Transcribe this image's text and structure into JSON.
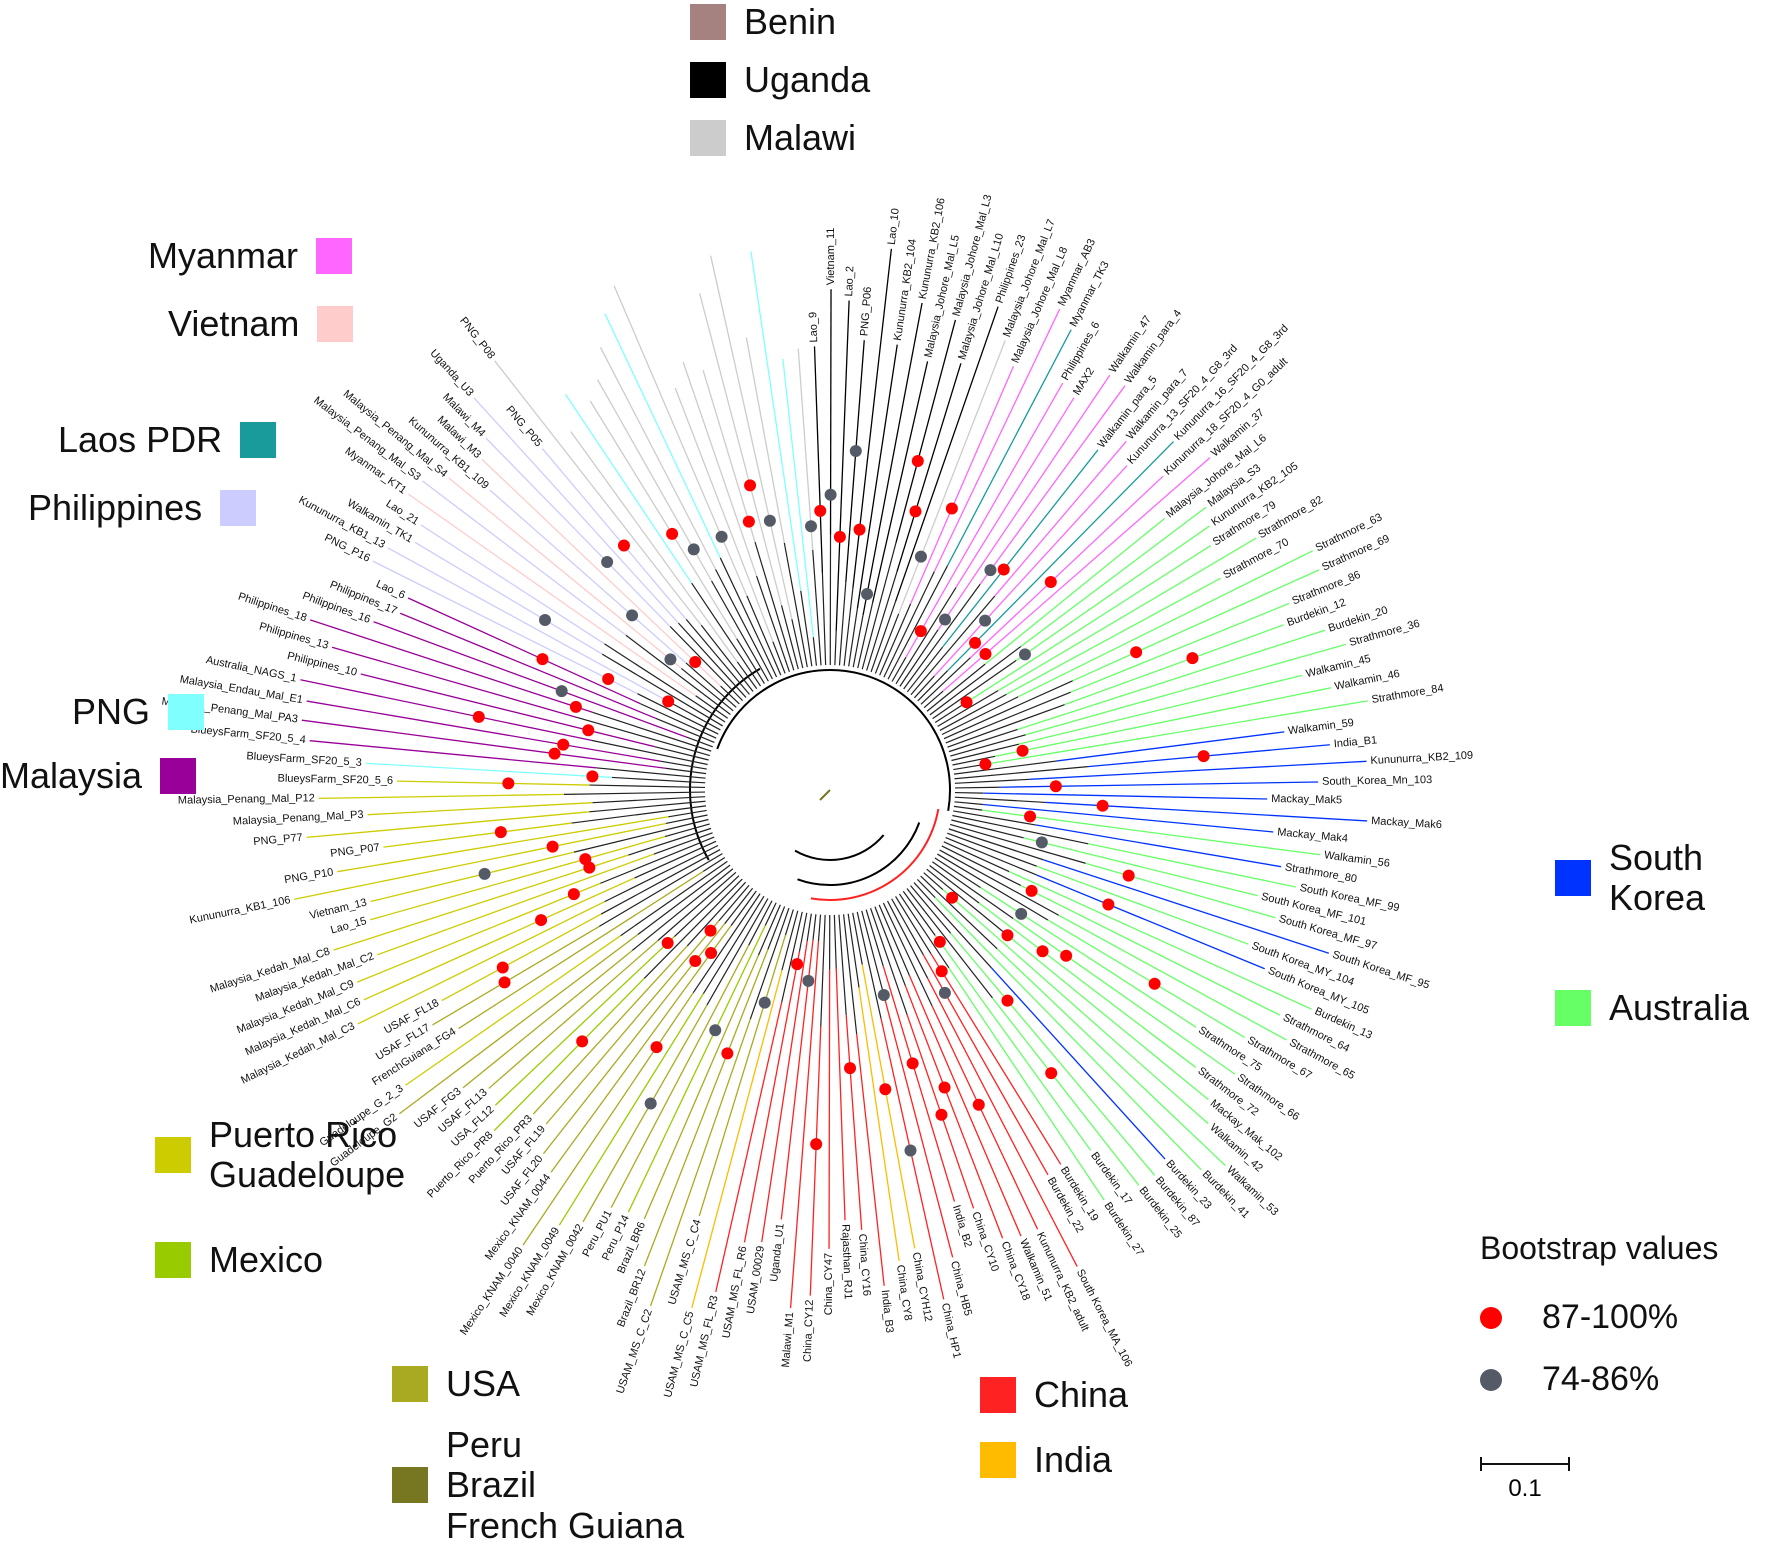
{
  "legend": [
    {
      "id": "benin",
      "label": "Benin",
      "color": "#a5817f"
    },
    {
      "id": "uganda",
      "label": "Uganda",
      "color": "#000000"
    },
    {
      "id": "malawi",
      "label": "Malawi",
      "color": "#cccccc"
    },
    {
      "id": "myanmar",
      "label": "Myanmar",
      "color": "#ff66ff"
    },
    {
      "id": "vietnam",
      "label": "Vietnam",
      "color": "#ffcccc"
    },
    {
      "id": "laos",
      "label": "Laos PDR",
      "color": "#1a9b9b"
    },
    {
      "id": "philippines",
      "label": "Philippines",
      "color": "#ccccff"
    },
    {
      "id": "png",
      "label": "PNG",
      "color": "#80ffff"
    },
    {
      "id": "malaysia",
      "label": "Malaysia",
      "color": "#990099"
    },
    {
      "id": "south_korea",
      "label": "South\nKorea",
      "color": "#0033ff"
    },
    {
      "id": "australia",
      "label": "Australia",
      "color": "#66ff66"
    },
    {
      "id": "puerto_rico",
      "label": "Puerto Rico\nGuadeloupe",
      "color": "#cccc00"
    },
    {
      "id": "mexico",
      "label": "Mexico",
      "color": "#99cc00"
    },
    {
      "id": "usa",
      "label": "USA",
      "color": "#aaaa22"
    },
    {
      "id": "peru",
      "label": "Peru\nBrazil\nFrench Guiana",
      "color": "#777722"
    },
    {
      "id": "china",
      "label": "China",
      "color": "#ff2222"
    },
    {
      "id": "india",
      "label": "India",
      "color": "#ffbb00"
    }
  ],
  "bootstrap": {
    "title": "Bootstrap values",
    "high": {
      "label": "87-100%",
      "color": "#ff0000"
    },
    "mid": {
      "label": "74-86%",
      "color": "#555b66"
    }
  },
  "scale": {
    "label": "0.1"
  },
  "tip_labels": [
    "Lao_9",
    "Vietnam_11",
    "Lao_2",
    "PNG_P06",
    "Lao_10",
    "Kununurra_KB2_104",
    "Kununurra_KB2_106",
    "Malaysia_Johore_Mal_L5",
    "Malaysia_Johore_Mal_L3",
    "Malaysia_Johore_Mal_L10",
    "Philippines_23",
    "Malaysia_Johore_Mal_L7",
    "Malaysia_Johore_Mal_L8",
    "Myanmar_AB3",
    "Myanmar_TK3",
    "Philippines_6",
    "MAX2",
    "Walkamin_47",
    "Walkamin_para_4",
    "Walkamin_para_5",
    "Walkamin_para_7",
    "Kununurra_13_SF20_4_G8_3rd",
    "Kununurra_16_SF20_4_G8_3rd",
    "Kununurra_18_SF20_4_G0_adult",
    "Walkamin_37",
    "Malaysia_Johore_Mal_L6",
    "Malaysia_S3",
    "Kununurra_KB2_105",
    "Strathmore_79",
    "Strathmore_82",
    "Strathmore_70",
    "Strathmore_63",
    "Strathmore_69",
    "Strathmore_86",
    "Burdekin_12",
    "Burdekin_20",
    "Strathmore_36",
    "Walkamin_45",
    "Walkamin_46",
    "Strathmore_84",
    "Walkamin_59",
    "India_B1",
    "Kununurra_KB2_109",
    "South_Korea_Mn_103",
    "Mackay_Mak5",
    "Mackay_Mak6",
    "Mackay_Mak4",
    "Walkamin_56",
    "Strathmore_80",
    "South Korea_MF_99",
    "South Korea_MF_101",
    "South Korea_MF_97",
    "South Korea_MF_95",
    "South Korea_MY_104",
    "South Korea_MY_105",
    "Burdekin_13",
    "Strathmore_64",
    "Strathmore_65",
    "Strathmore_67",
    "Strathmore_75",
    "Strathmore_66",
    "Strathmore_72",
    "Mackay_Mak_102",
    "Walkamin_42",
    "Walkamin_53",
    "Burdekin_41",
    "Burdekin_23",
    "Burdekin_87",
    "Burdekin_25",
    "Burdekin_17",
    "Burdekin_27",
    "Burdekin_19",
    "Burdekin_22",
    "South Korea_MA_106",
    "Kununurra_KB2_adult",
    "Walkamin_51",
    "China_CY18",
    "China_CY10",
    "India_B2",
    "China_HB5",
    "China_HP1",
    "China_CYH12",
    "China_CY8",
    "India_B3",
    "China_CY16",
    "Rajasthan_RJ1",
    "China_CY47",
    "China_CY12",
    "Malawi_M1",
    "Uganda_U1",
    "USAM_00029",
    "USAM_MS_FL_R6",
    "USAM_MS_FL_R3",
    "USAM_MS_C_C5",
    "USAM_MS_C_C4",
    "USAM_MS_C_C2",
    "Brazil_BR12",
    "Brazil_BR6",
    "Peru_P14",
    "Peru_PU1",
    "Mexico_KNAM_0042",
    "Mexico_KNAM_0049",
    "Mexico_KNAM_0040",
    "Mexico_KNAM_0044",
    "USAF_FL20",
    "USAF_FL19",
    "Puerto_Rico_PR3",
    "Puerto_Rico_PR8",
    "USA_FL12",
    "USAF_FL13",
    "USAF_FG3",
    "Guadeloupe_G2",
    "Guadeloupe_G_2_3",
    "FrenchGuiana_FG4",
    "USAF_FL17",
    "USAF_FL18",
    "Malaysia_Kedah_Mal_C3",
    "Malaysia_Kedah_Mal_C6",
    "Malaysia_Kedah_Mal_C9",
    "Malaysia_Kedah_Mal_C2",
    "Malaysia_Kedah_Mal_C8",
    "Lao_15",
    "Vietnam_13",
    "Kununurra_KB1_106",
    "PNG_P10",
    "PNG_P07",
    "PNG_P77",
    "Malaysia_Penang_Mal_P3",
    "Malaysia_Penang_Mal_P12",
    "BlueysFarm_SF20_5_6",
    "BlueysFarm_SF20_5_3",
    "BlueysFarm_SF20_5_4",
    "Malaysia_Penang_Mal_PA3",
    "Malaysia_Endau_Mal_E1",
    "Australia_NAGS_1",
    "Philippines_10",
    "Philippines_13",
    "Philippines_18",
    "Philippines_16",
    "Philippines_17",
    "Lao_6",
    "PNG_P16",
    "Kununurra_KB1_13",
    "Walkamin_TK1",
    "Lao_21",
    "Myanmar_KT1",
    "Malaysia_Penang_Mal_S3",
    "Malaysia_Penang_Mal_S4",
    "Kununurra_KB1_109",
    "Malawi_M3",
    "Malawi_M4",
    "Uganda_U3",
    "PNG_P05",
    "PNG_P08"
  ]
}
